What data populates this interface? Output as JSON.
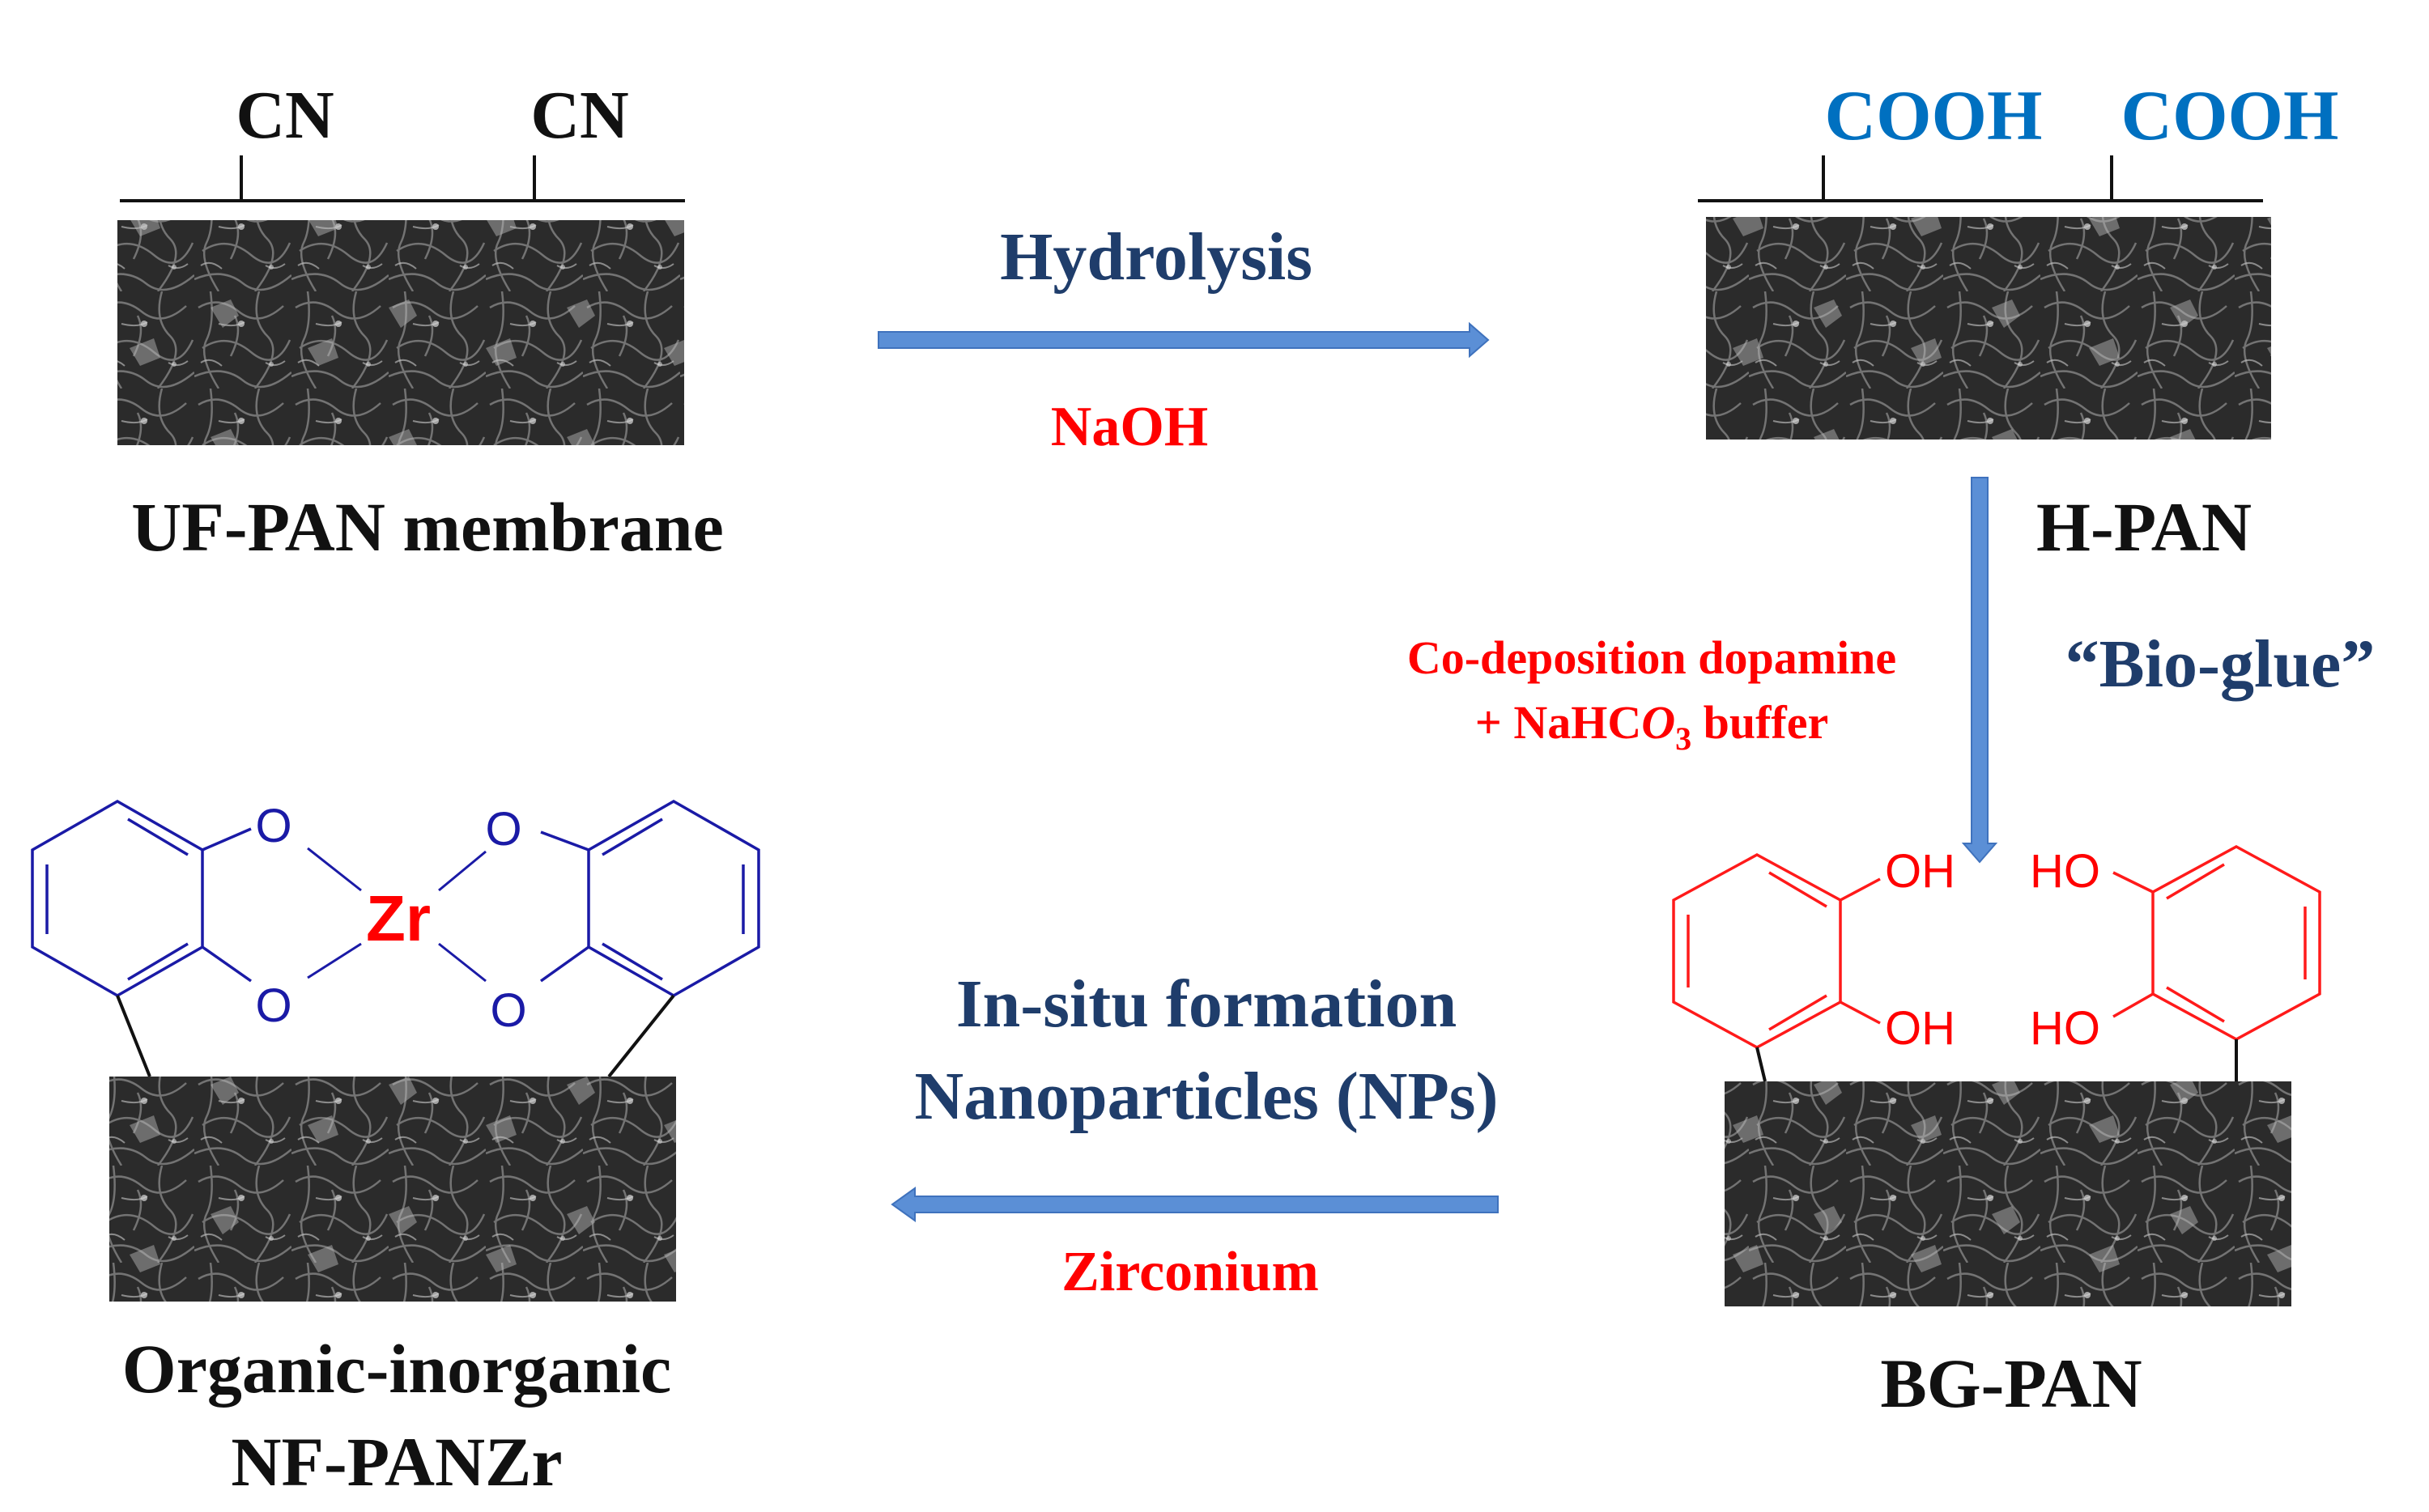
{
  "colors": {
    "arrow": "#5b8fd6",
    "reagent_red": "#ff0000",
    "step_navy": "#1f3d6b",
    "carboxyl_blue": "#0070c0",
    "catechol_red": "#ff1a1a",
    "complex_blue": "#1a1aa6",
    "membrane_dark": "#2b2b2b"
  },
  "panels": {
    "uf_pan": {
      "label": "UF-PAN membrane",
      "group_left": "CN",
      "group_right": "CN"
    },
    "h_pan": {
      "label": "H-PAN",
      "group_left": "COOH",
      "group_right": "COOH"
    },
    "bg_pan": {
      "label": "BG-PAN",
      "oh_top_left": "OH",
      "oh_bottom_left": "OH",
      "ho_top_right": "HO",
      "ho_bottom_right": "HO"
    },
    "nf_panzr": {
      "label_line1": "Organic-inorganic",
      "label_line2": "NF-PANZr",
      "metal": "Zr",
      "o1": "O",
      "o2": "O",
      "o3": "O",
      "o4": "O"
    }
  },
  "steps": {
    "hydrolysis": {
      "title": "Hydrolysis",
      "reagent": "NaOH"
    },
    "bioglue": {
      "title": "“Bio-glue”",
      "reagent_line1": "Co-deposition dopamine",
      "reagent_line2_prefix": "+ NaHC",
      "reagent_line2_O": "O",
      "reagent_line2_sub": "3",
      "reagent_line2_suffix": " buffer"
    },
    "insitu": {
      "title_line1": "In-situ formation",
      "title_line2": "Nanoparticles (NPs)",
      "reagent": "Zirconium"
    }
  }
}
